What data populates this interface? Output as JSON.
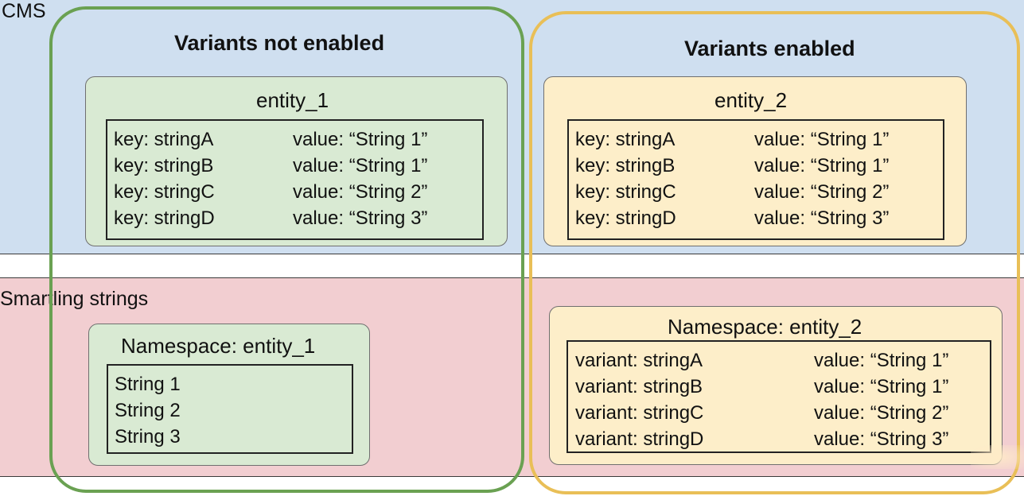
{
  "bands": {
    "cms_label": "CMS",
    "smartling_label": "Smartling strings"
  },
  "groups": {
    "left_title": "Variants not enabled",
    "right_title": "Variants enabled"
  },
  "cms_left": {
    "title": "entity_1",
    "rows": [
      {
        "key": "key: stringA",
        "value": "value: “String 1”"
      },
      {
        "key": "key: stringB",
        "value": "value: “String 1”"
      },
      {
        "key": "key: stringC",
        "value": "value: “String 2”"
      },
      {
        "key": "key: stringD",
        "value": "value: “String 3”"
      }
    ]
  },
  "cms_right": {
    "title": "entity_2",
    "rows": [
      {
        "key": "key: stringA",
        "value": "value: “String 1”"
      },
      {
        "key": "key: stringB",
        "value": "value: “String 1”"
      },
      {
        "key": "key: stringC",
        "value": "value: “String 2”"
      },
      {
        "key": "key: stringD",
        "value": "value: “String 3”"
      }
    ]
  },
  "smart_left": {
    "title": "Namespace: entity_1",
    "strings": [
      "String 1",
      "String 2",
      "String 3"
    ]
  },
  "smart_right": {
    "title": "Namespace: entity_2",
    "rows": [
      {
        "key": "variant: stringA",
        "value": "value: “String 1”"
      },
      {
        "key": "variant: stringB",
        "value": "value: “String 1”"
      },
      {
        "key": "variant: stringC",
        "value": "value: “String 2”"
      },
      {
        "key": "variant: stringD",
        "value": "value: “String 3”"
      }
    ]
  },
  "colors": {
    "cms_band": "#cfdff0",
    "smartling_band": "#f2ced1",
    "green_outline": "#6aa152",
    "yellow_outline": "#e9bf57",
    "green_card": "#d9ead3",
    "yellow_card": "#fdeec9"
  }
}
